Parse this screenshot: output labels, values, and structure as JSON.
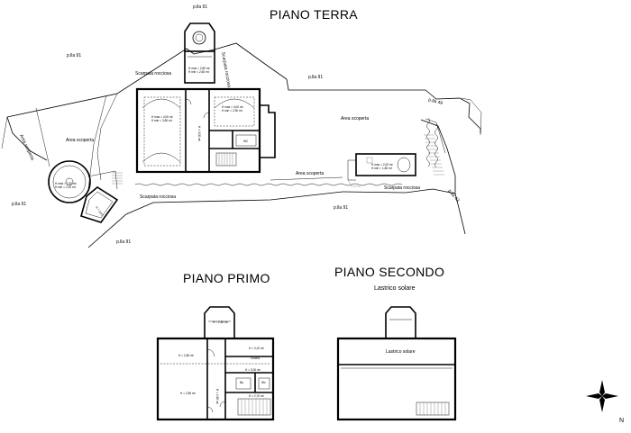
{
  "titles": {
    "ground": "PIANO TERRA",
    "first": "PIANO PRIMO",
    "second": "PIANO SECONDO",
    "second_sub": "Lastrico solare"
  },
  "compass": {
    "north": "N"
  },
  "ground_labels": {
    "plla_91_top": "p.lla 91",
    "plla_91_left": "p.lla 91",
    "plla_91_right": "p.lla 91",
    "plla_91_mid": "p.lla 91",
    "plla_91_bottomleft": "p.lla 91",
    "plla_91_bottom": "p.lla 91",
    "plla_49": "p.lla 49",
    "plla_43": "p.lla 43",
    "scarpata_top": "Scarpata rocciosa",
    "scarpata_vertical": "Scarpata rocciosa",
    "scarpata_bottom": "Scarpata rocciosa",
    "scarpata_right": "Scarpata rocciosa",
    "area_left": "Area scoperta",
    "area_left_vertical": "Area scoperta",
    "area_right": "Area scoperta",
    "area_center": "Area scoperta",
    "tower_hmax": "H max = 2,80 mt",
    "tower_hmin": "H min = 2,60 mt",
    "room1_hmax": "H max = 4,00 mt",
    "room1_hmin": "H min = 3,80 mt",
    "room2_hmax": "H max = 4,00 mt",
    "room2_hmin": "H min = 2,90 mt",
    "corr_h": "H = 3,00 mt",
    "wc": "WC",
    "round_hmax": "H max = 2,30 mt",
    "round_hmin": "H min = 2,10 mt",
    "shed_h": "H = 2,60",
    "right_hmax": "H max = 2,00 mt",
    "right_hmin": "H min = 1,80 mt"
  },
  "first_labels": {
    "tower_h": "H = 2,80 mt",
    "top_h": "H = 3,10 mt",
    "left_h": "H = 2,80 mt",
    "center_h": "H = 2,80 mt",
    "cucina": "Cucina",
    "ba1": "Ba",
    "ba2": "Wc",
    "mid_h": "H = 3,00 mt",
    "bottom_h": "H = 2,70 mt",
    "left_room_h": "H = 2,80 mt"
  },
  "second_labels": {
    "lastrico": "Lastrico solare"
  }
}
